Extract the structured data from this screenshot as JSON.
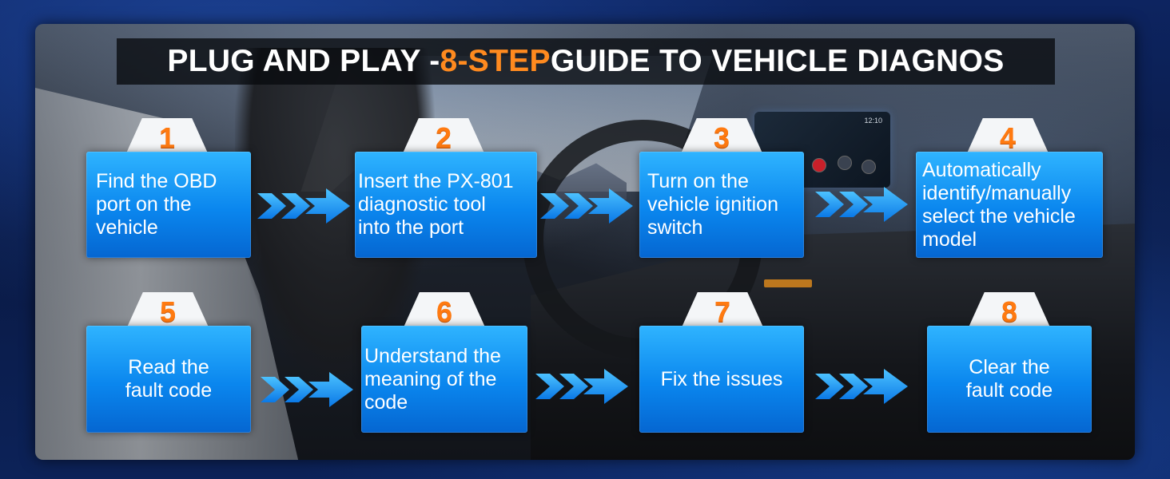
{
  "title": {
    "part1": "PLUG AND PLAY - ",
    "part2": "8-STEP",
    "part3": " GUIDE TO VEHICLE DIAGNOS"
  },
  "colors": {
    "accent_orange": "#ff7a10",
    "box_blue": "#0a86ee",
    "arrow_blue": "#1aa0ff"
  },
  "steps": [
    {
      "number": "1",
      "lines": [
        "Find the OBD",
        "port on the",
        "vehicle"
      ]
    },
    {
      "number": "2",
      "lines": [
        "Insert the PX-801",
        "diagnostic tool",
        "into the port"
      ]
    },
    {
      "number": "3",
      "lines": [
        "Turn on the",
        "vehicle ignition",
        "switch"
      ]
    },
    {
      "number": "4",
      "lines": [
        "Automatically",
        "identify/manually",
        "select the vehicle",
        "model"
      ]
    },
    {
      "number": "5",
      "lines": [
        "Read the",
        "fault code"
      ]
    },
    {
      "number": "6",
      "lines": [
        "Understand the",
        "meaning of the",
        "code"
      ]
    },
    {
      "number": "7",
      "lines": [
        "Fix the issues"
      ]
    },
    {
      "number": "8",
      "lines": [
        "Clear the",
        "fault code"
      ]
    }
  ],
  "dashboard_screen": {
    "time": "12:10"
  },
  "icons": [
    "double-chevron-arrow-icon"
  ]
}
